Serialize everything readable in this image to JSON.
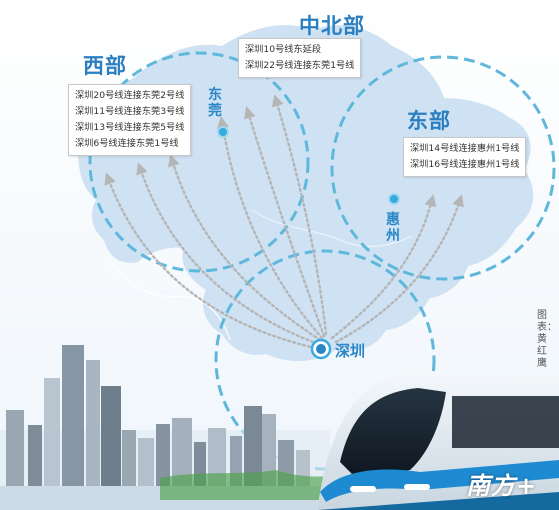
{
  "regions": {
    "west": {
      "title": "西部",
      "lines": [
        "深圳20号线连接东莞2号线",
        "深圳11号线连接东莞3号线",
        "深圳13号线连接东莞5号线",
        "深圳6号线连接东莞1号线"
      ]
    },
    "north_central": {
      "title": "中北部",
      "lines": [
        "深圳10号线东延段",
        "深圳22号线连接东莞1号线"
      ]
    },
    "east": {
      "title": "东部",
      "lines": [
        "深圳14号线连接惠州1号线",
        "深圳16号线连接惠州1号线"
      ]
    }
  },
  "cities": {
    "dongguan": "东莞",
    "huizhou": "惠州",
    "shenzhen": "深圳"
  },
  "credit": "图表：黄红鹰",
  "brand": "南方+",
  "colors": {
    "land": "#cfe2f3",
    "circle": "#5fb8db",
    "title": "#2b7fc0",
    "dot": "#36a9dd",
    "route": "#b5b5b5"
  },
  "icons": [
    "city-dot-icon",
    "route-arrow-icon",
    "skyline-illustration",
    "metro-train-illustration",
    "brand-logo"
  ]
}
